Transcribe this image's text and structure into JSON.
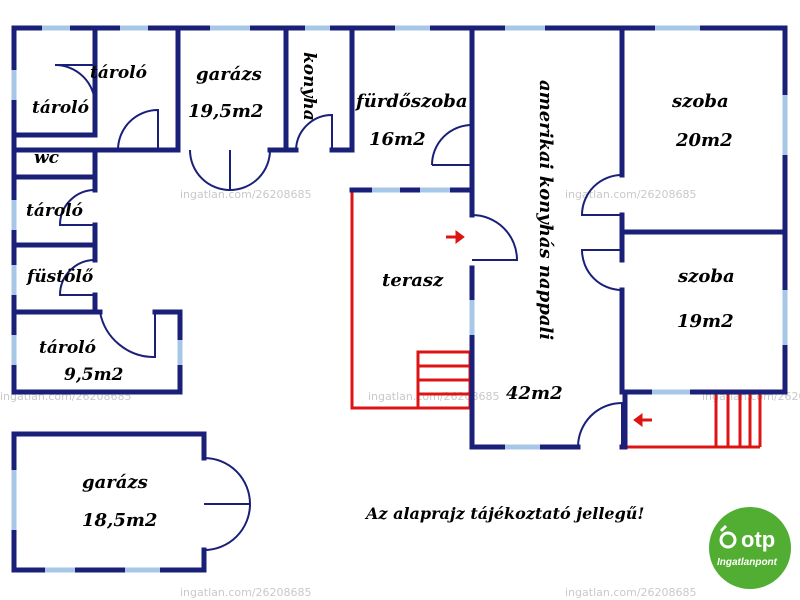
{
  "plan": {
    "rooms": {
      "taroло_top": "",
      "taroló_top": "tároló",
      "taroló_left": "tároló",
      "wc": "wc",
      "taroló_mid": "tároló",
      "fustolo": "füstölő",
      "taroló_bottom": "tároló",
      "taroló_bottom_area": "9,5m2",
      "garazs_inner": "garázs",
      "garazs_inner_area": "19,5m2",
      "konyha": "konyha",
      "furdoszoba": "fürdőszoba",
      "furdoszoba_area": "16m2",
      "terasz": "terasz",
      "nappali": "amerikai konyhás nappali",
      "nappali_area": "42m2",
      "szoba1": "szoba",
      "szoba1_area": "20m2",
      "szoba2": "szoba",
      "szoba2_area": "19m2",
      "garazs_outer": "garázs",
      "garazs_outer_area": "18,5m2"
    },
    "note": "Az alaprajz tájékoztató jellegű!",
    "watermark": "ingatlan.com/26208685"
  },
  "logo": {
    "brand": "otp",
    "sub": "Ingatlanpont",
    "color": "#52ae32"
  },
  "colors": {
    "wall": "#1a1f78",
    "window": "#a7c7e7",
    "terrace": "#dc1414",
    "door": "#1a1f78"
  }
}
